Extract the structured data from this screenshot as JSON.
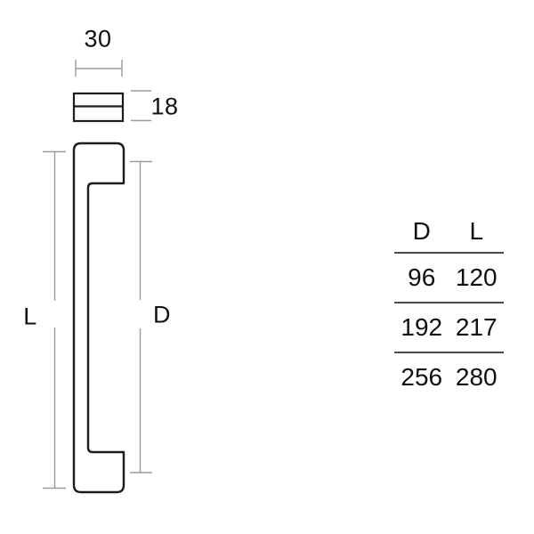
{
  "drawing": {
    "top_view": {
      "width_dim": "30",
      "thickness_dim": "18"
    },
    "side_view": {
      "length_dim_label": "L",
      "centers_dim_label": "D"
    }
  },
  "spec_table": {
    "columns": [
      "D",
      "L"
    ],
    "rows": [
      {
        "d": "96",
        "l": "120"
      },
      {
        "d": "192",
        "l": "217"
      },
      {
        "d": "256",
        "l": "280"
      }
    ]
  },
  "colors": {
    "background": "#ffffff",
    "outline": "#1c1c1c",
    "dimension_line": "#9a9a9a",
    "table_rule": "#4a4a4a",
    "text": "#111111"
  }
}
